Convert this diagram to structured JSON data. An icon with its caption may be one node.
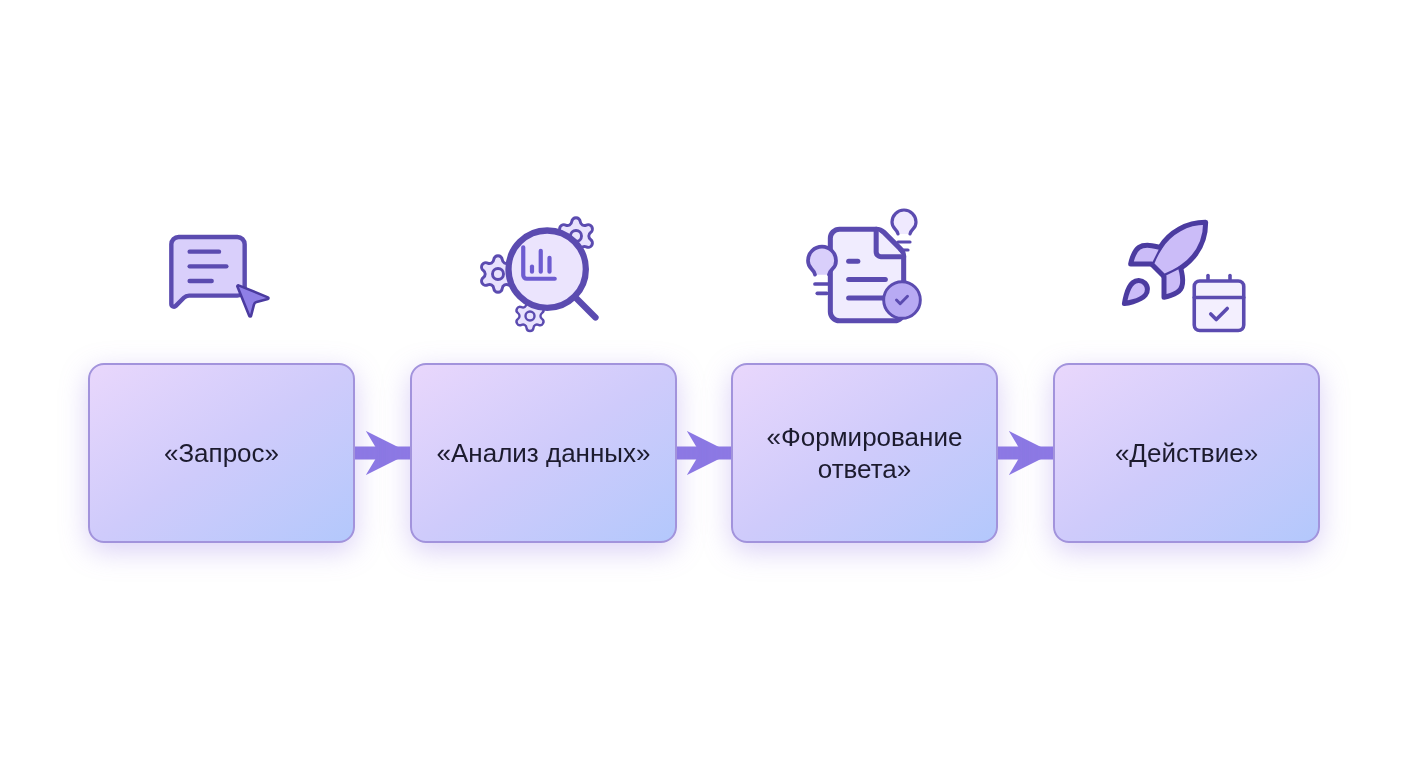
{
  "diagram": {
    "nodes": [
      {
        "text": [
          "«Запрос»"
        ]
      },
      {
        "text": [
          "«Анализ данных»"
        ]
      },
      {
        "text": [
          "«Формирование ответа»"
        ]
      },
      {
        "text": [
          "«Действие»"
        ]
      }
    ],
    "edges": [
      {
        "from": 0,
        "to": 1,
        "arrow": "to"
      },
      {
        "from": 1,
        "to": 2,
        "arrow": "to"
      },
      {
        "from": 2,
        "to": 3,
        "arrow": "to"
      }
    ]
  }
}
